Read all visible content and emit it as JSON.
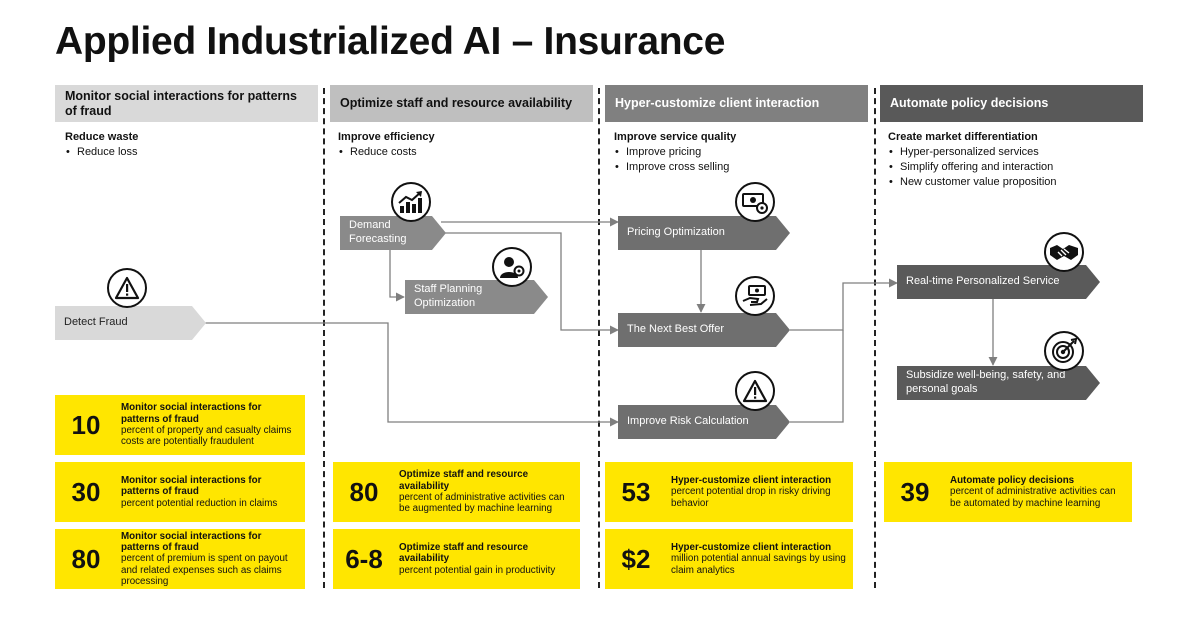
{
  "title": "Applied Industrialized AI – Insurance",
  "columns": [
    {
      "header": "Monitor social interactions for patterns of fraud",
      "goal": "Reduce waste",
      "bullets": [
        "Reduce loss"
      ],
      "header_bg": "#d9d9d9",
      "header_fg": "#111111"
    },
    {
      "header": "Optimize staff and resource availability",
      "goal": "Improve efficiency",
      "bullets": [
        "Reduce costs"
      ],
      "header_bg": "#bfbfbf",
      "header_fg": "#111111"
    },
    {
      "header": "Hyper-customize client interaction",
      "goal": "Improve service quality",
      "bullets": [
        "Improve pricing",
        "Improve cross selling"
      ],
      "header_bg": "#808080",
      "header_fg": "#ffffff"
    },
    {
      "header": "Automate policy decisions",
      "goal": "Create market differentiation",
      "bullets": [
        "Hyper-personalized services",
        "Simplify offering and interaction",
        "New customer value proposition"
      ],
      "header_bg": "#595959",
      "header_fg": "#ffffff"
    }
  ],
  "nodes": {
    "detect_fraud": "Detect Fraud",
    "demand_forecasting": "Demand Forecasting",
    "staff_planning": "Staff Planning Optimization",
    "pricing_optimization": "Pricing Optimization",
    "next_best_offer": "The Next Best Offer",
    "improve_risk": "Improve Risk Calculation",
    "realtime_personalized": "Real-time Personalized Service",
    "subsidize": "Subsidize well-being, safety, and personal goals"
  },
  "icons": {
    "detect_fraud": "warning-icon",
    "demand_forecasting": "growth-chart-icon",
    "staff_planning": "person-gear-icon",
    "pricing_optimization": "money-gear-icon",
    "next_best_offer": "hand-offer-icon",
    "improve_risk": "warning-icon",
    "realtime_personalized": "handshake-icon",
    "subsidize": "target-icon"
  },
  "stats": {
    "c1_a": {
      "num": "10",
      "title": "Monitor social interactions for patterns of fraud",
      "desc": "percent of property and casualty claims costs are potentially fraudulent"
    },
    "c1_b": {
      "num": "30",
      "title": "Monitor social interactions for patterns of fraud",
      "desc": "percent potential reduction in claims"
    },
    "c1_c": {
      "num": "80",
      "title": "Monitor social interactions for patterns of fraud",
      "desc": "percent of premium is spent on payout and related expenses such as claims processing"
    },
    "c2_a": {
      "num": "80",
      "title": "Optimize staff and resource availability",
      "desc": "percent of administrative activities can be augmented by machine learning"
    },
    "c2_b": {
      "num": "6-8",
      "title": "Optimize staff and resource availability",
      "desc": "percent potential gain in productivity"
    },
    "c3_a": {
      "num": "53",
      "title": "Hyper-customize client interaction",
      "desc": "percent potential drop in risky driving behavior"
    },
    "c3_b": {
      "num": "$2",
      "title": "Hyper-customize client interaction",
      "desc": "million potential annual savings by using claim analytics"
    },
    "c4_a": {
      "num": "39",
      "title": "Automate policy decisions",
      "desc": "percent of administrative activities can be automated by machine learning"
    }
  },
  "colors": {
    "stat_yellow": "#ffe600",
    "connector": "#7f7f7f"
  }
}
